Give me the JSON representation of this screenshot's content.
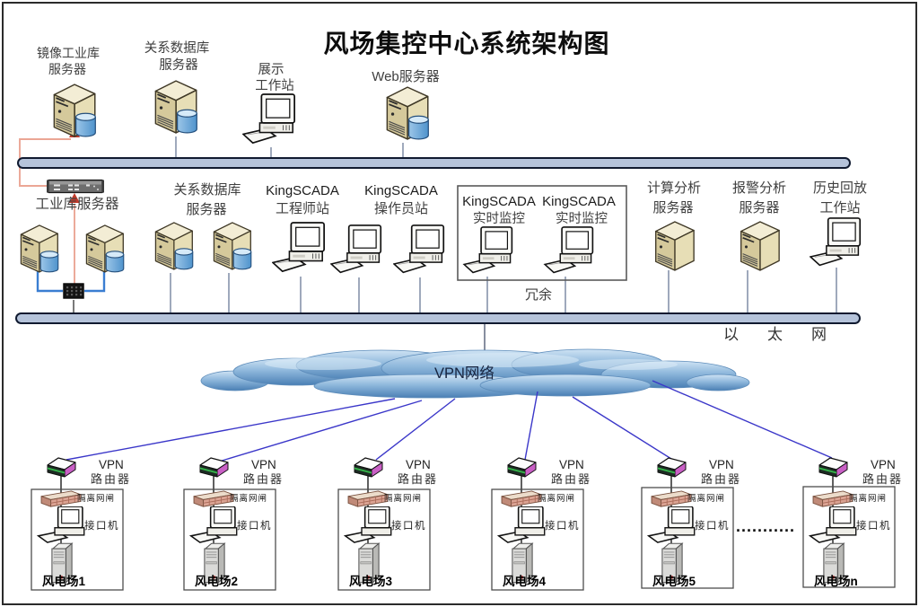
{
  "title": "风场集控中心系统架构图",
  "top_row": {
    "mirror_db_server": {
      "line1": "镜像工业库",
      "line2": "服务器"
    },
    "relational_db_server": {
      "line1": "关系数据库",
      "line2": "服务器"
    },
    "display_workstation": {
      "line1": "展示",
      "line2": "工作站"
    },
    "web_server": {
      "label": "Web服务器"
    }
  },
  "middle_row": {
    "industrial_db_server": {
      "label": "工业库服务器"
    },
    "relational_db_server": {
      "line1": "关系数据库",
      "line2": "服务器"
    },
    "engineer_station": {
      "line1": "KingSCADA",
      "line2": "工程师站"
    },
    "operator_station": {
      "line1": "KingSCADA",
      "line2": "操作员站"
    },
    "realtime_station_1": {
      "line1": "KingSCADA",
      "line2": "实时监控"
    },
    "realtime_station_2": {
      "line1": "KingSCADA",
      "line2": "实时监控"
    },
    "redundancy_label": "冗余",
    "compute_server": {
      "line1": "计算分析",
      "line2": "服务器"
    },
    "alarm_server": {
      "line1": "报警分析",
      "line2": "服务器"
    },
    "history_workstation": {
      "line1": "历史回放",
      "line2": "工作站"
    }
  },
  "network": {
    "ethernet_label": "以太网",
    "vpn_cloud_label": "VPN网络"
  },
  "farms": [
    {
      "name": "风电场1",
      "router_line1": "VPN",
      "router_line2": "路由器",
      "gateway_label": "隔离网闸",
      "interface_label": "接口机"
    },
    {
      "name": "风电场2",
      "router_line1": "VPN",
      "router_line2": "路由器",
      "gateway_label": "隔离网闸",
      "interface_label": "接口机"
    },
    {
      "name": "风电场3",
      "router_line1": "VPN",
      "router_line2": "路由器",
      "gateway_label": "隔离网闸",
      "interface_label": "接口机"
    },
    {
      "name": "风电场4",
      "router_line1": "VPN",
      "router_line2": "路由器",
      "gateway_label": "隔离网闸",
      "interface_label": "接口机"
    },
    {
      "name": "风电场5",
      "router_line1": "VPN",
      "router_line2": "路由器",
      "gateway_label": "隔离网闸",
      "interface_label": "接口机"
    },
    {
      "name": "风电场n",
      "router_line1": "VPN",
      "router_line2": "路由器",
      "gateway_label": "隔离网闸",
      "interface_label": "接口机"
    }
  ],
  "ellipsis": "...........",
  "colors": {
    "bus_fill": "#b5c3da",
    "bus_border": "#101a30",
    "cloud_dark": "#4a7fb4",
    "cloud_light": "#cfe3f4",
    "vpn_line": "#3b37c9",
    "switch_link_blue": "#3a7ed2",
    "mirror_link_salmon": "#eba695",
    "arrow_red": "#c23b2b",
    "server_body": "#d5c99b",
    "db_cylinder": "#6aa8dc"
  }
}
